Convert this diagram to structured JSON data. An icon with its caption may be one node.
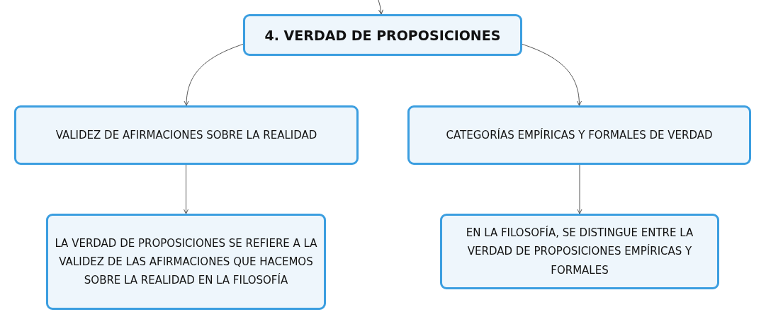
{
  "diagram": {
    "nodes": [
      {
        "text": [
          "4. VERDAD DE PROPOSICIONES"
        ]
      },
      {
        "text": [
          "VALIDEZ DE AFIRMACIONES SOBRE LA REALIDAD"
        ]
      },
      {
        "text": [
          "CATEGORÍAS EMPÍRICAS Y FORMALES DE VERDAD"
        ]
      },
      {
        "text": [
          "LA VERDAD DE PROPOSICIONES SE REFIERE A LA VALIDEZ DE LAS AFIRMACIONES QUE HACEMOS SOBRE LA REALIDAD EN LA FILOSOFÍA"
        ]
      },
      {
        "text": [
          "EN LA FILOSOFÍA, SE DISTINGUE ENTRE LA VERDAD DE PROPOSICIONES EMPÍRICAS Y FORMALES"
        ]
      }
    ],
    "edges": [
      {
        "from": null,
        "to": 0,
        "arrow": "to"
      },
      {
        "from": 0,
        "to": 1,
        "arrow": "to"
      },
      {
        "from": 0,
        "to": 2,
        "arrow": "to"
      },
      {
        "from": 1,
        "to": 3,
        "arrow": "to"
      },
      {
        "from": 2,
        "to": 4,
        "arrow": "to"
      }
    ]
  }
}
